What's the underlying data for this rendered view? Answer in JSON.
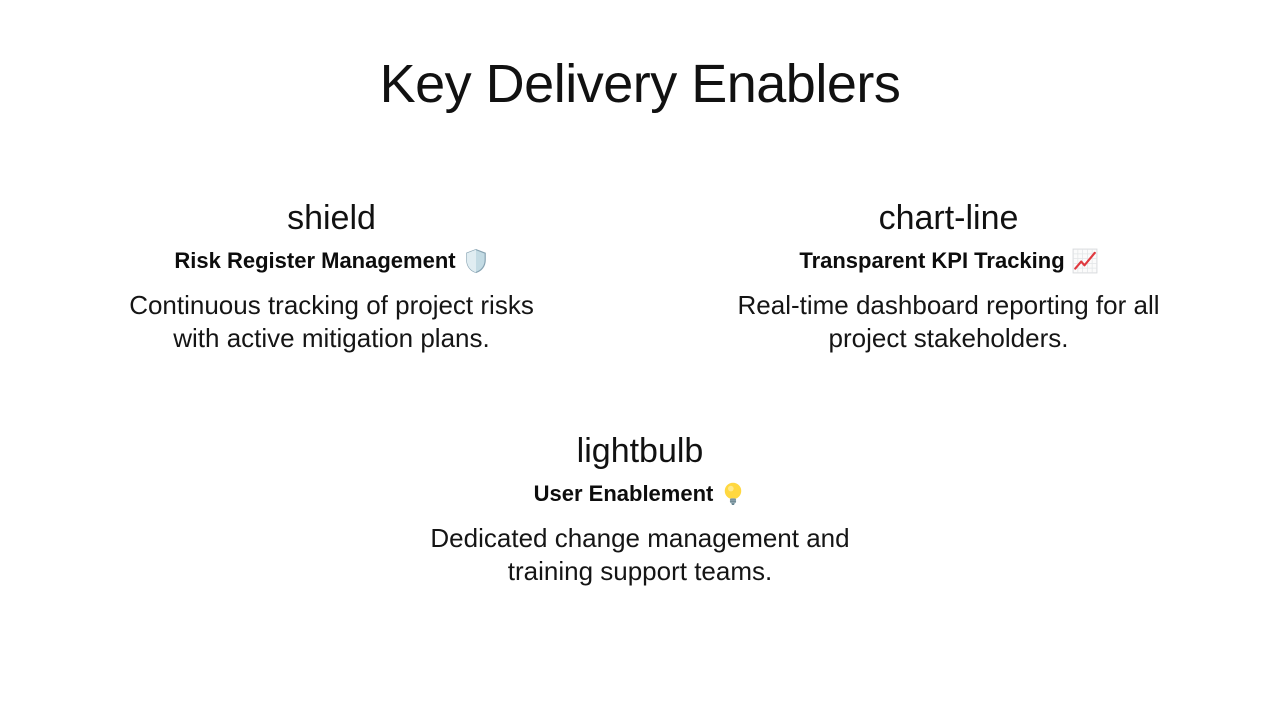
{
  "slide": {
    "background_color": "#ffffff",
    "text_color": "#111111",
    "title": "Key Delivery Enablers",
    "cards": [
      {
        "icon_name": "shield",
        "heading": "Risk Register Management",
        "emoji": "🛡️",
        "emoji_name": "shield-emoji",
        "body": "Continuous tracking of project risks\nwith active mitigation plans."
      },
      {
        "icon_name": "chart-line",
        "heading": "Transparent KPI Tracking",
        "emoji": "📈",
        "emoji_name": "chart-increasing-emoji",
        "body": "Real-time dashboard reporting for all\nproject stakeholders."
      },
      {
        "icon_name": "lightbulb",
        "heading": "User Enablement",
        "emoji": "💡",
        "emoji_name": "light-bulb-emoji",
        "body": "Dedicated change management and\ntraining support teams."
      }
    ],
    "icon_colors": {
      "shield_fill": "#c3dbe4",
      "shield_highlight": "#e0edf2",
      "shield_border": "#87a3b2",
      "chart_line_red": "#e03a40",
      "chart_grid": "#e2e5e7",
      "bulb_yellow": "#ffd840",
      "bulb_base_gray": "#8fa6b0"
    }
  }
}
